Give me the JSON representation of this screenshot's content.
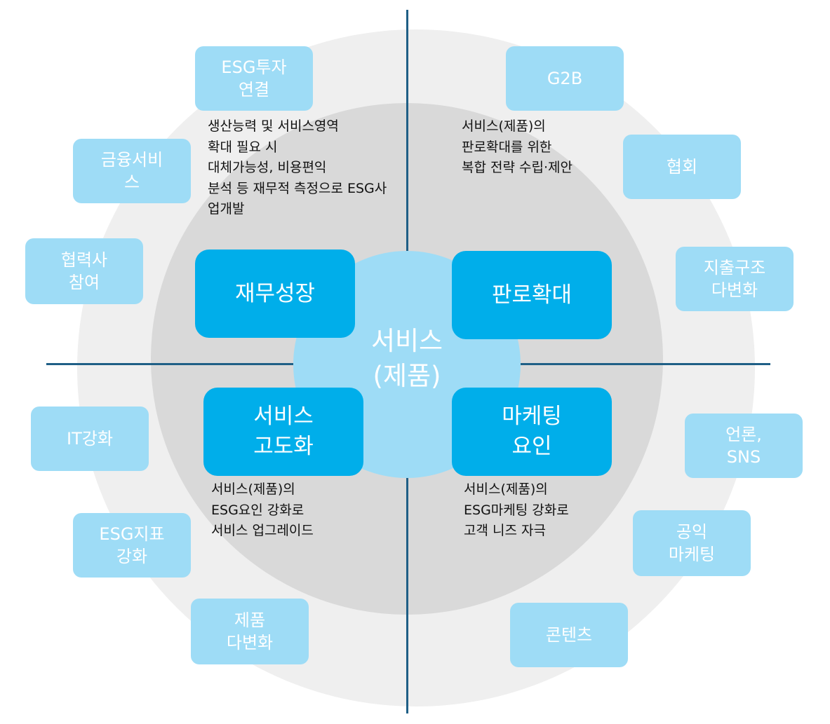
{
  "center": {
    "label": "서비스\n(제품)"
  },
  "quadrants": {
    "financial_growth": "재무성장",
    "market_expansion": "판로확대",
    "service_upgrade": "서비스\n고도화",
    "marketing_factor": "마케팅\n요인"
  },
  "descriptions": {
    "financial_growth": "생산능력 및 서비스영역\n확대 필요 시\n대체가능성, 비용편익\n분석 등 재무적 측정으로 ESG사\n업개발",
    "market_expansion": "서비스(제품)의\n판로확대를 위한\n복합 전략 수립·제안",
    "service_upgrade": "서비스(제품)의\nESG요인 강화로\n서비스 업그레이드",
    "marketing_factor": "서비스(제품)의\nESG마케팅 강화로\n고객 니즈 자극"
  },
  "tags": {
    "esg_investment": "ESG투자\n연결",
    "financial_service": "금융서비\n스",
    "partner": "협력사\n참여",
    "it": "IT강화",
    "esg_index": "ESG지표\n강화",
    "product_diversify": "제품\n다변화",
    "g2b": "G2B",
    "association": "협회",
    "expense": "지출구조\n다변화",
    "press_sns": "언론,\nSNS",
    "public_marketing": "공익\n마케팅",
    "content": "콘텐츠"
  },
  "colors": {
    "outer_ring": "#efefef",
    "inner_ring": "#d9d9d9",
    "hub": "#9edcf6",
    "quadrant_box": "#00aeea",
    "tag_box": "#9edcf6",
    "axis": "#1f5f86"
  }
}
